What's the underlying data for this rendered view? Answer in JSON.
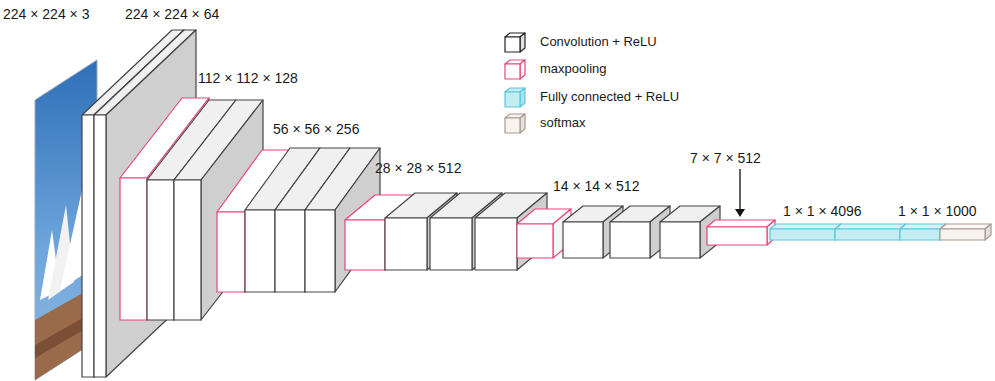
{
  "diagram": {
    "labels": [
      "224 × 224 × 3",
      "224 × 224 × 64",
      "112 × 112 × 128",
      "56 × 56 × 256",
      "28 × 28 × 512",
      "14 × 14 × 512",
      "7 × 7 × 512",
      "1 × 1 × 4096",
      "1 × 1 × 1000"
    ],
    "legend": [
      {
        "text": "Convolution + ReLU",
        "color": "#222222"
      },
      {
        "text": "maxpooling",
        "color": "#e8457a"
      },
      {
        "text": "Fully connected + ReLU",
        "color": "#5cc8dc"
      },
      {
        "text": "softmax",
        "color": "#a89a90"
      }
    ]
  }
}
